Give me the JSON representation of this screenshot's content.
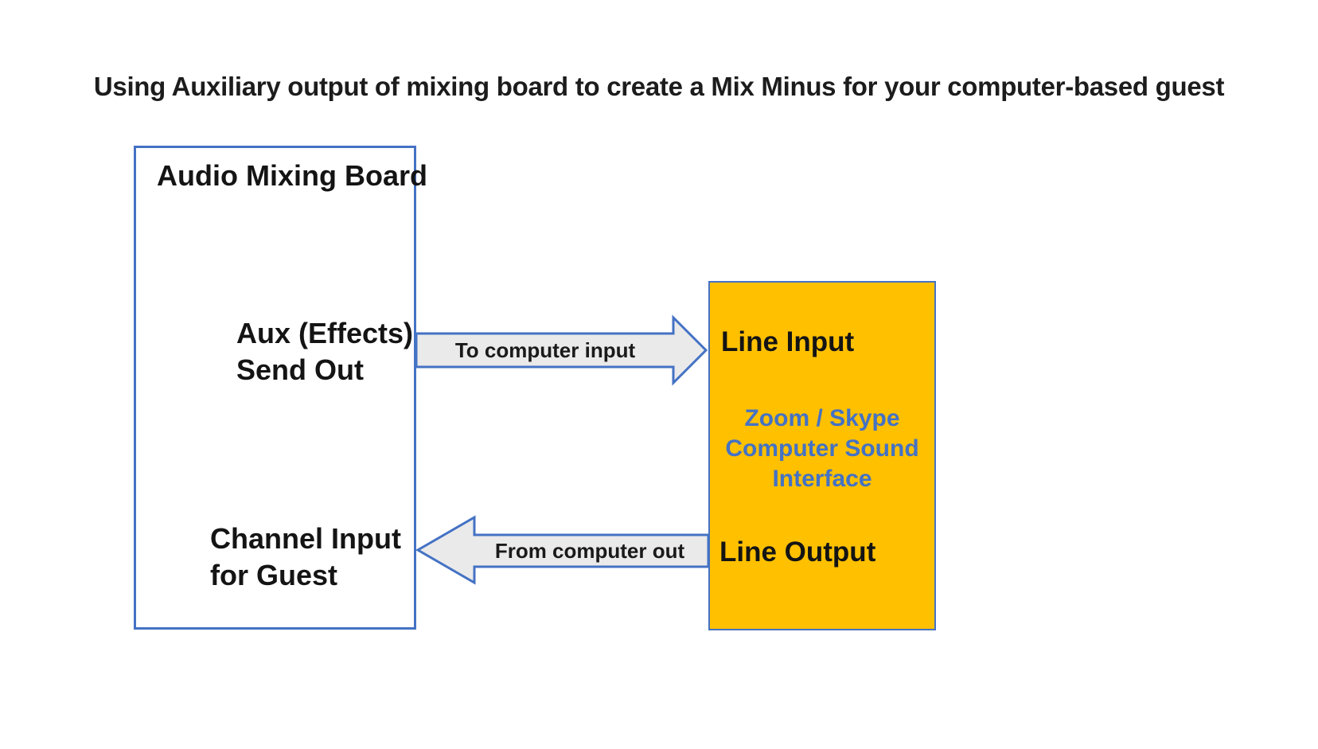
{
  "title": "Using Auxiliary output of mixing board to create a Mix Minus for your computer-based guest",
  "colors": {
    "accent_blue": "#4472C4",
    "interface_box_fill": "#FFC000",
    "arrow_fill": "#EAEAEA",
    "blue_text": "#4472C4",
    "text": "#1a1a1a"
  },
  "mixing_board": {
    "label": "Audio Mixing Board",
    "aux_send_label": "Aux (Effects)\nSend Out",
    "channel_input_label": "Channel Input\nfor Guest"
  },
  "interface_box": {
    "line_input_label": "Line Input",
    "center_label": "Zoom / Skype\nComputer Sound\nInterface",
    "line_output_label": "Line Output"
  },
  "arrows": {
    "to_computer": {
      "label": "To computer input",
      "direction": "right",
      "from": "Aux (Effects) Send Out",
      "to": "Line Input"
    },
    "from_computer": {
      "label": "From computer out",
      "direction": "left",
      "from": "Line Output",
      "to": "Channel Input for Guest"
    }
  }
}
